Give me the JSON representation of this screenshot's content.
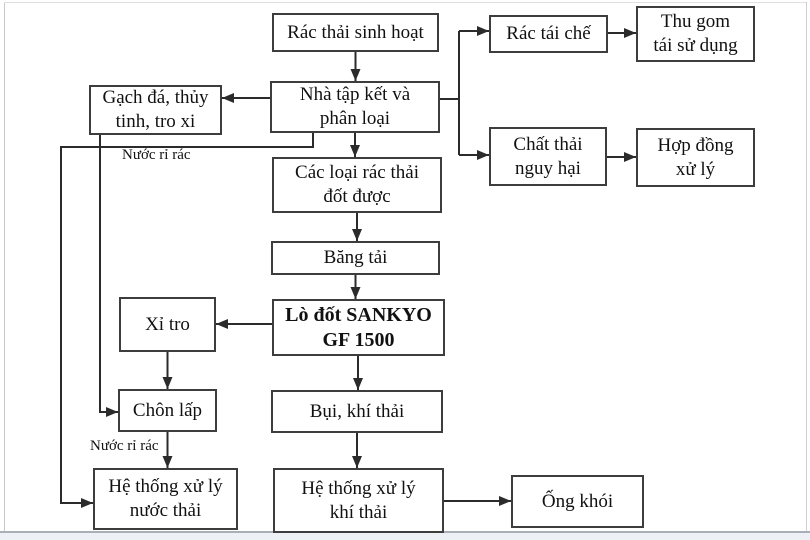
{
  "colors": {
    "background": "#ffffff",
    "box_border": "#3d3d3d",
    "arrow": "#2b2b2b",
    "text": "#111111"
  },
  "diagram": {
    "type": "flowchart",
    "nodes": {
      "rac_thai_sinh_hoat": {
        "label": "Rác thải sinh hoạt"
      },
      "nha_tap_ket": {
        "label": [
          "Nhà tập kết và",
          "phân loại"
        ]
      },
      "gach_da": {
        "label": [
          "Gạch đá, thủy",
          "tinh, tro xi"
        ]
      },
      "rac_tai_che": {
        "label": "Rác tái chế"
      },
      "thu_gom": {
        "label": [
          "Thu gom",
          "tái sử dụng"
        ]
      },
      "chat_thai_nguy_hai": {
        "label": [
          "Chất thải",
          "nguy hại"
        ]
      },
      "hop_dong_xu_ly": {
        "label": [
          "Hợp đồng",
          "xử lý"
        ]
      },
      "cac_loai_rac_thai": {
        "label": [
          "Các loại rác thải",
          "đốt được"
        ]
      },
      "bang_tai": {
        "label": "Băng tải"
      },
      "lo_dot_sankyo": {
        "label": [
          "Lò đốt SANKYO",
          "GF 1500"
        ]
      },
      "xi_tro": {
        "label": "Xỉ tro"
      },
      "chon_lap": {
        "label": "Chôn lấp"
      },
      "he_thong_nuoc_thai": {
        "label": [
          "Hệ thống xử lý",
          "nước thải"
        ]
      },
      "bui_khi_thai": {
        "label": "Bụi, khí thải"
      },
      "he_thong_khi_thai": {
        "label": [
          "Hệ thống xử lý",
          "khí thải"
        ]
      },
      "ong_khoi": {
        "label": "Ống khói"
      }
    },
    "edge_labels": {
      "nuoc_ri_rac_1": "Nước rỉ rác",
      "nuoc_ri_rac_2": "Nước rỉ rác"
    },
    "edges": [
      {
        "from": "rac_thai_sinh_hoat",
        "to": "nha_tap_ket"
      },
      {
        "from": "nha_tap_ket",
        "to": "gach_da"
      },
      {
        "from": "nha_tap_ket",
        "to": "rac_tai_che"
      },
      {
        "from": "nha_tap_ket",
        "to": "chat_thai_nguy_hai"
      },
      {
        "from": "rac_tai_che",
        "to": "thu_gom"
      },
      {
        "from": "chat_thai_nguy_hai",
        "to": "hop_dong_xu_ly"
      },
      {
        "from": "nha_tap_ket",
        "to": "cac_loai_rac_thai"
      },
      {
        "from": "nha_tap_ket",
        "to": "he_thong_nuoc_thai",
        "label": "Nước rỉ rác"
      },
      {
        "from": "gach_da",
        "to": "chon_lap"
      },
      {
        "from": "cac_loai_rac_thai",
        "to": "bang_tai"
      },
      {
        "from": "bang_tai",
        "to": "lo_dot_sankyo"
      },
      {
        "from": "lo_dot_sankyo",
        "to": "xi_tro"
      },
      {
        "from": "xi_tro",
        "to": "chon_lap"
      },
      {
        "from": "chon_lap",
        "to": "he_thong_nuoc_thai",
        "label": "Nước rỉ rác"
      },
      {
        "from": "lo_dot_sankyo",
        "to": "bui_khi_thai"
      },
      {
        "from": "bui_khi_thai",
        "to": "he_thong_khi_thai"
      },
      {
        "from": "he_thong_khi_thai",
        "to": "ong_khoi"
      }
    ]
  }
}
